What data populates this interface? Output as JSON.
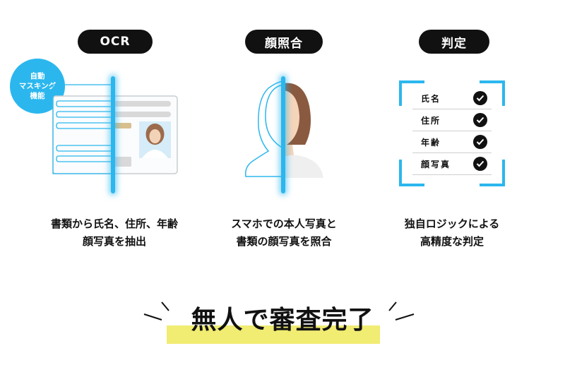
{
  "steps": [
    {
      "title": "OCR",
      "badge": "自動\nマスキング\n機能",
      "caption_line1": "書類から氏名、住所、年齢",
      "caption_line2": "顔写真を抽出"
    },
    {
      "title": "顔照合",
      "caption_line1": "スマホでの本人写真と",
      "caption_line2": "書類の顔写真を照合"
    },
    {
      "title": "判定",
      "fields": [
        "氏名",
        "住所",
        "年齢",
        "顔写真"
      ],
      "caption_line1": "独自ロジックによる",
      "caption_line2": "高精度な判定"
    }
  ],
  "result": "無人で審査完了",
  "colors": {
    "accent": "#2bb7ee",
    "highlight": "#f1ec72",
    "pill": "#111111"
  }
}
